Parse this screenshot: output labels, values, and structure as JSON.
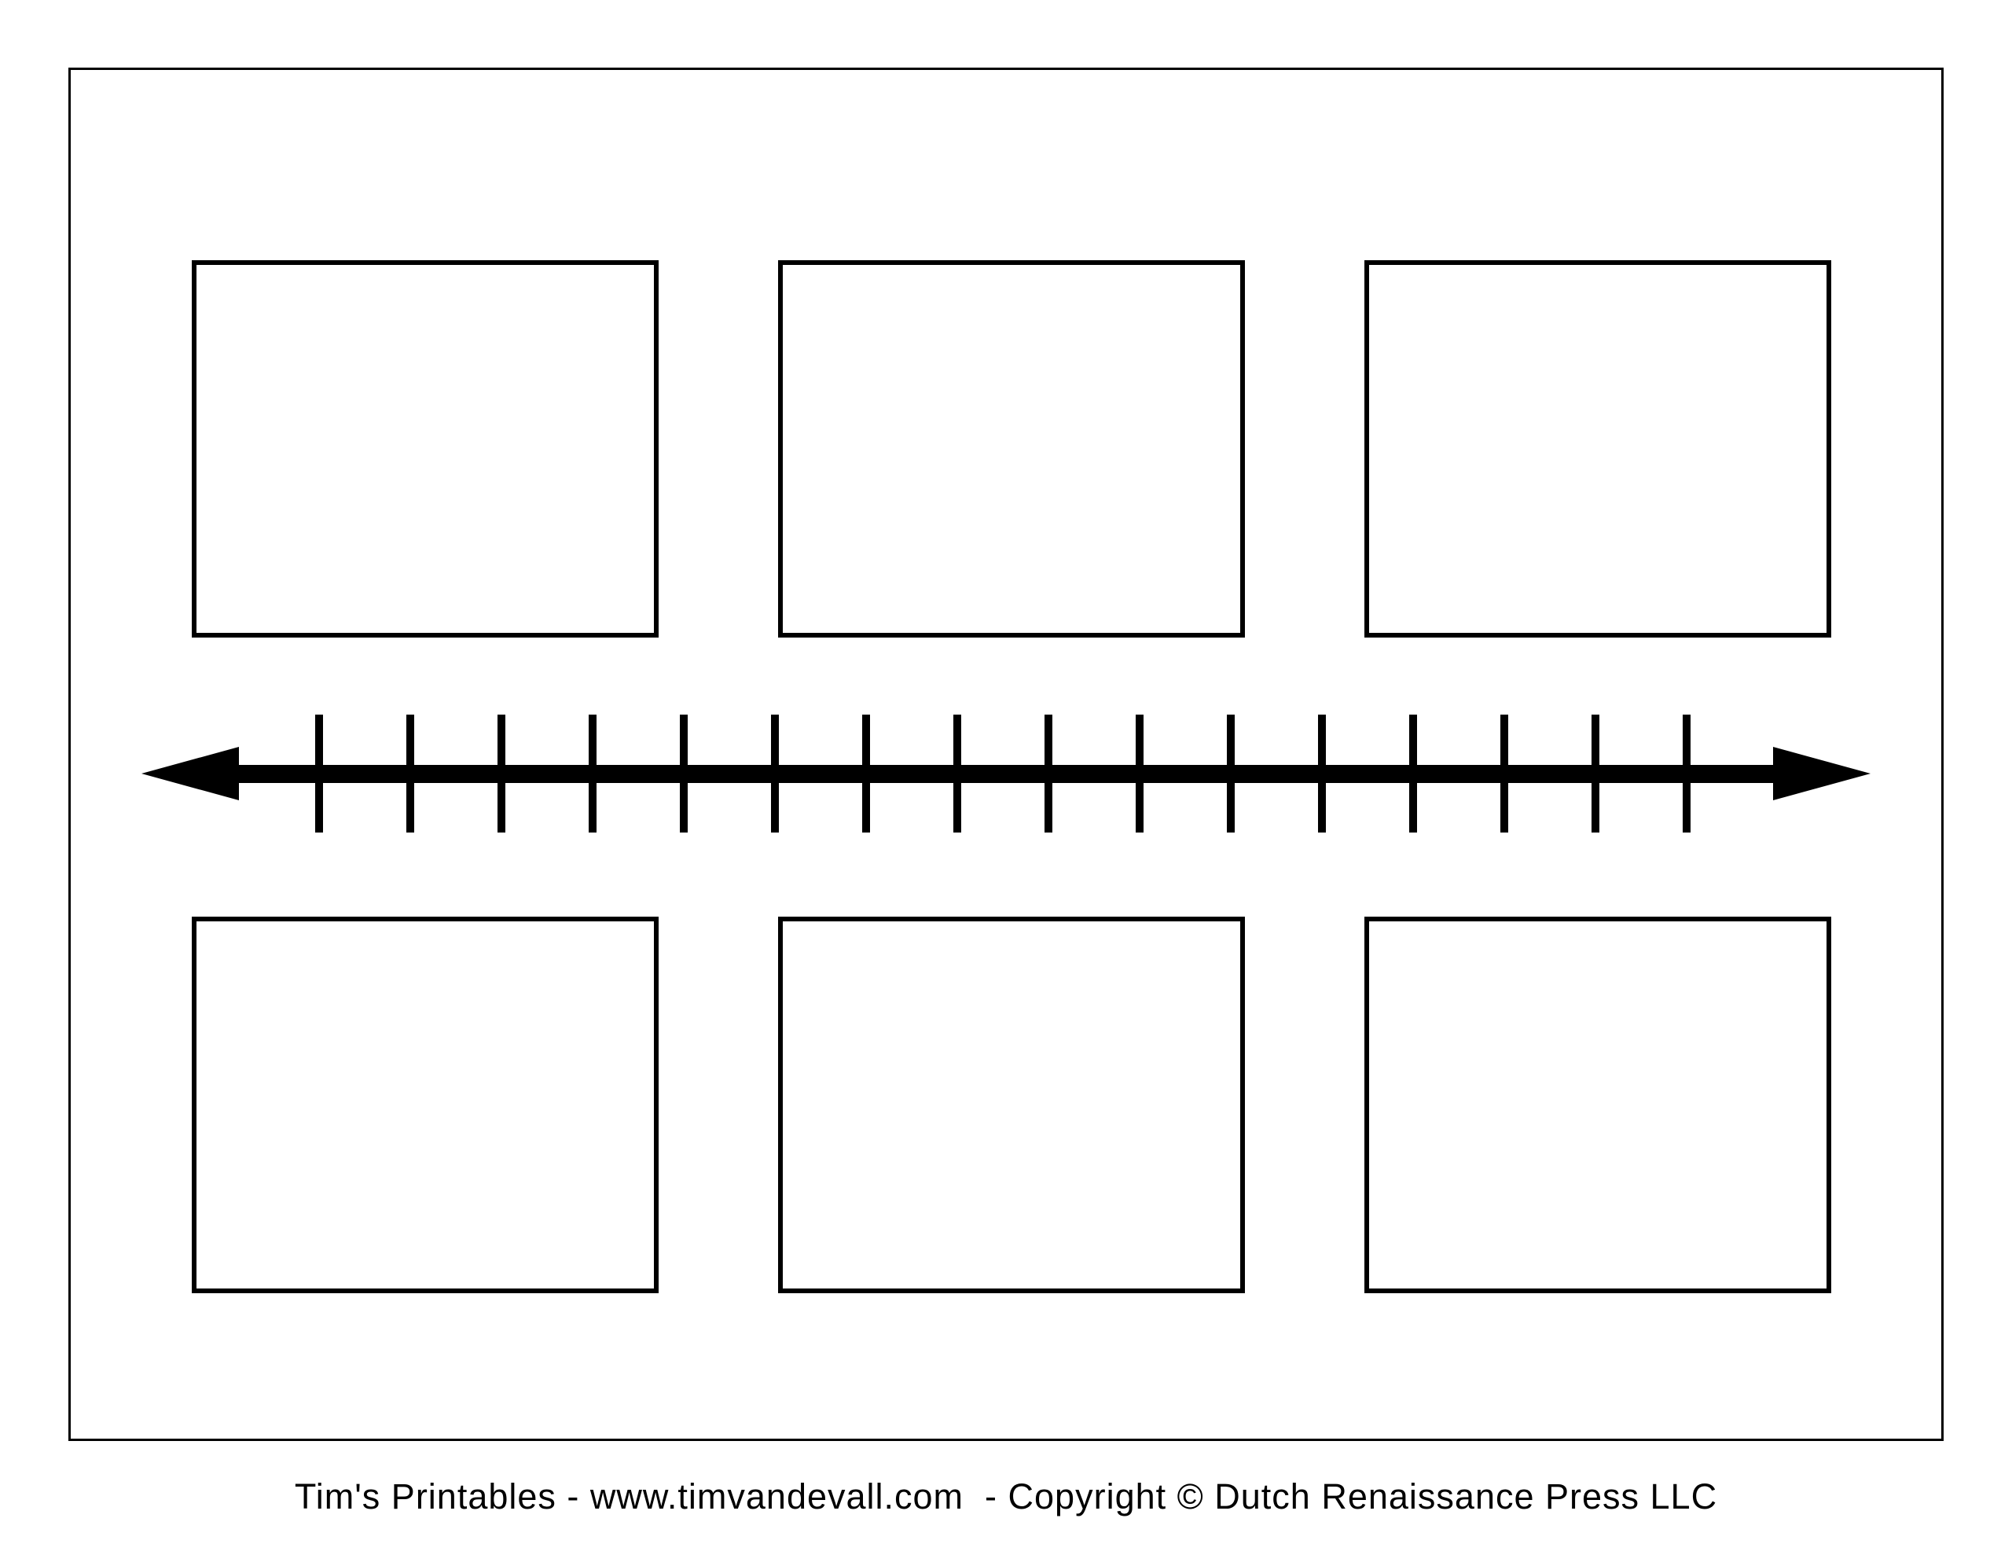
{
  "page": {
    "background_color": "#ffffff",
    "frame_border_color": "#000000"
  },
  "timeline": {
    "type": "blank-timeline-template",
    "tick_count": 16,
    "tick_first_center_x": 406,
    "tick_spacing": 116,
    "arrow_color": "#000000",
    "left_arrowhead_icon": "left-arrowhead-icon",
    "right_arrowhead_icon": "right-arrowhead-icon"
  },
  "event_boxes": {
    "count": 6,
    "rows": 2,
    "per_row": 3,
    "border_color": "#000000"
  },
  "footer": {
    "credit_text": "Tim's Printables - www.timvandevall.com  - Copyright © Dutch Renaissance Press LLC"
  }
}
